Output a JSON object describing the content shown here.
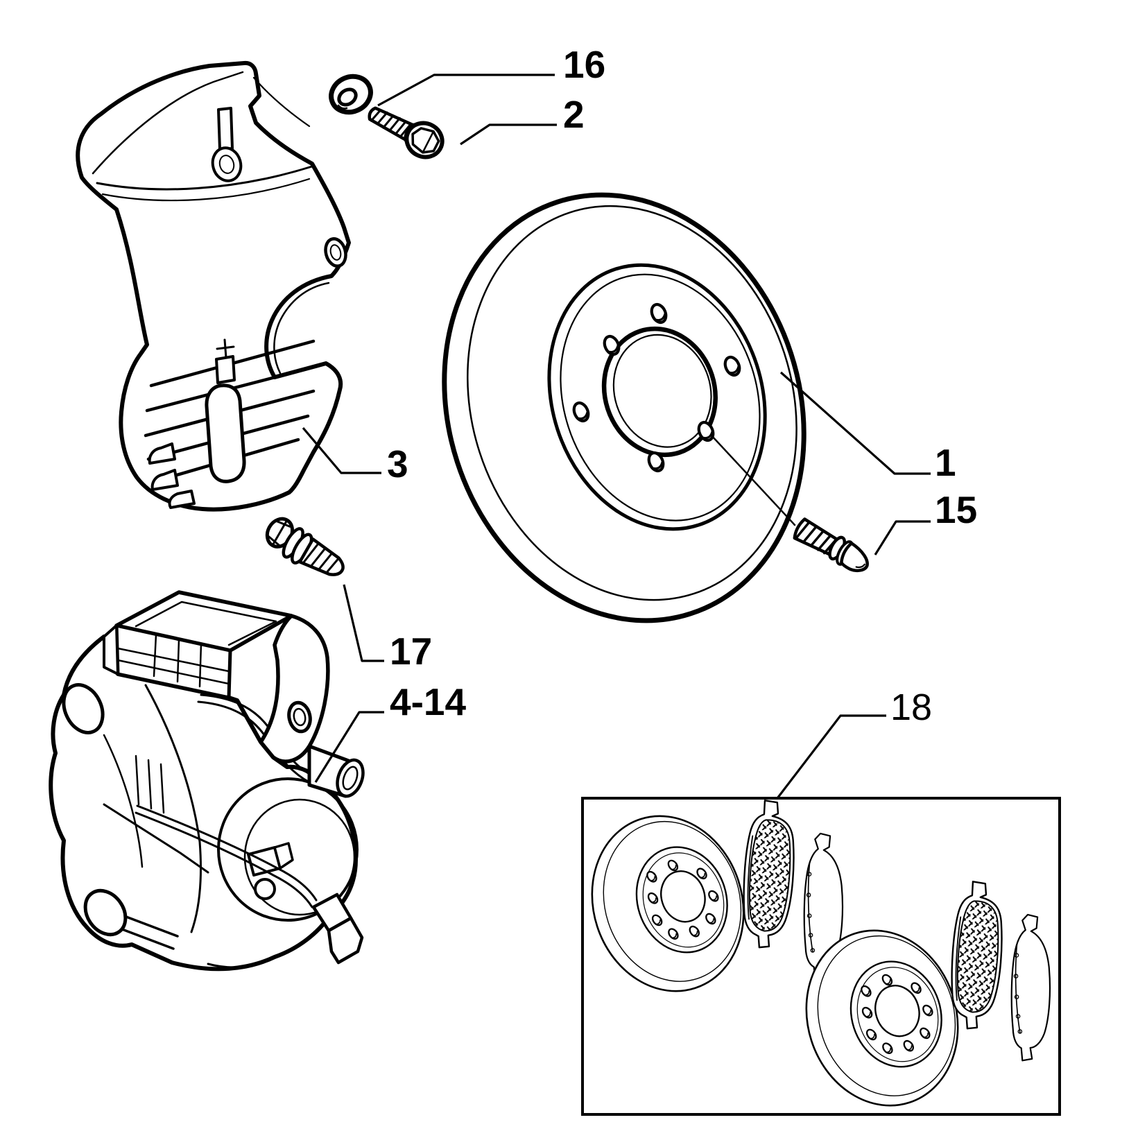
{
  "diagram": {
    "type": "exploded-parts-drawing",
    "subject": "front brake assembly: disc, caliper, splash shield, fasteners and pads service kit",
    "colors": {
      "line": "#000000",
      "background": "#ffffff"
    },
    "labels": {
      "disc": "1",
      "shield_bolt": "2",
      "shield": "3",
      "caliper": "4-14",
      "stud": "15",
      "washer": "16",
      "guide_bolt": "17",
      "kit": "18"
    },
    "parts": [
      {
        "callout": "1",
        "name": "brake-disc"
      },
      {
        "callout": "2",
        "name": "shield-mounting-bolt"
      },
      {
        "callout": "3",
        "name": "brake-splash-shield"
      },
      {
        "callout": "4-14",
        "name": "brake-caliper-assembly"
      },
      {
        "callout": "15",
        "name": "wheel-stud"
      },
      {
        "callout": "16",
        "name": "washer"
      },
      {
        "callout": "17",
        "name": "caliper-guide-bolt"
      },
      {
        "callout": "18",
        "name": "brake-discs-and-pads-kit"
      }
    ]
  }
}
